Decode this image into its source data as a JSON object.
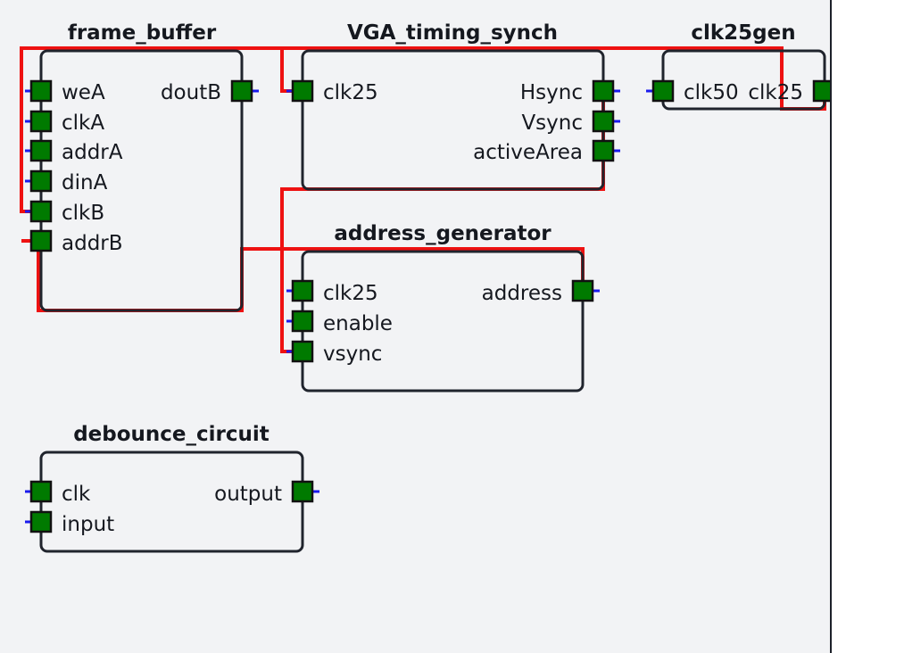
{
  "modules": [
    {
      "id": "frame_buffer",
      "title": "frame_buffer",
      "inputs": [
        "weA",
        "clkA",
        "addrA",
        "dinA",
        "clkB",
        "addrB"
      ],
      "outputs": [
        "doutB"
      ]
    },
    {
      "id": "vga_timing_synch",
      "title": "VGA_timing_synch",
      "inputs": [
        "clk25"
      ],
      "outputs": [
        "Hsync",
        "Vsync",
        "activeArea"
      ]
    },
    {
      "id": "clk25gen",
      "title": "clk25gen",
      "inputs": [
        "clk50"
      ],
      "outputs": [
        "clk25"
      ]
    },
    {
      "id": "address_generator",
      "title": "address_generator",
      "inputs": [
        "clk25",
        "enable",
        "vsync"
      ],
      "outputs": [
        "address"
      ]
    },
    {
      "id": "debounce_circuit",
      "title": "debounce_circuit",
      "inputs": [
        "clk",
        "input"
      ],
      "outputs": [
        "output"
      ]
    }
  ],
  "connections": [
    {
      "from": "clk25gen.clk25",
      "to": [
        "VGA_timing_synch.clk25",
        "frame_buffer.clkB"
      ]
    },
    {
      "from": "VGA_timing_synch.Hsync",
      "to": [
        "address_generator.vsync"
      ]
    },
    {
      "from": "address_generator.address",
      "to": [
        "frame_buffer.addrB"
      ]
    }
  ],
  "colors": {
    "canvas": "#f2f3f5",
    "pin_fill": "#007a00",
    "wire": "#ee1111",
    "stub": "#1a1aee",
    "box_stroke": "#20242d"
  }
}
